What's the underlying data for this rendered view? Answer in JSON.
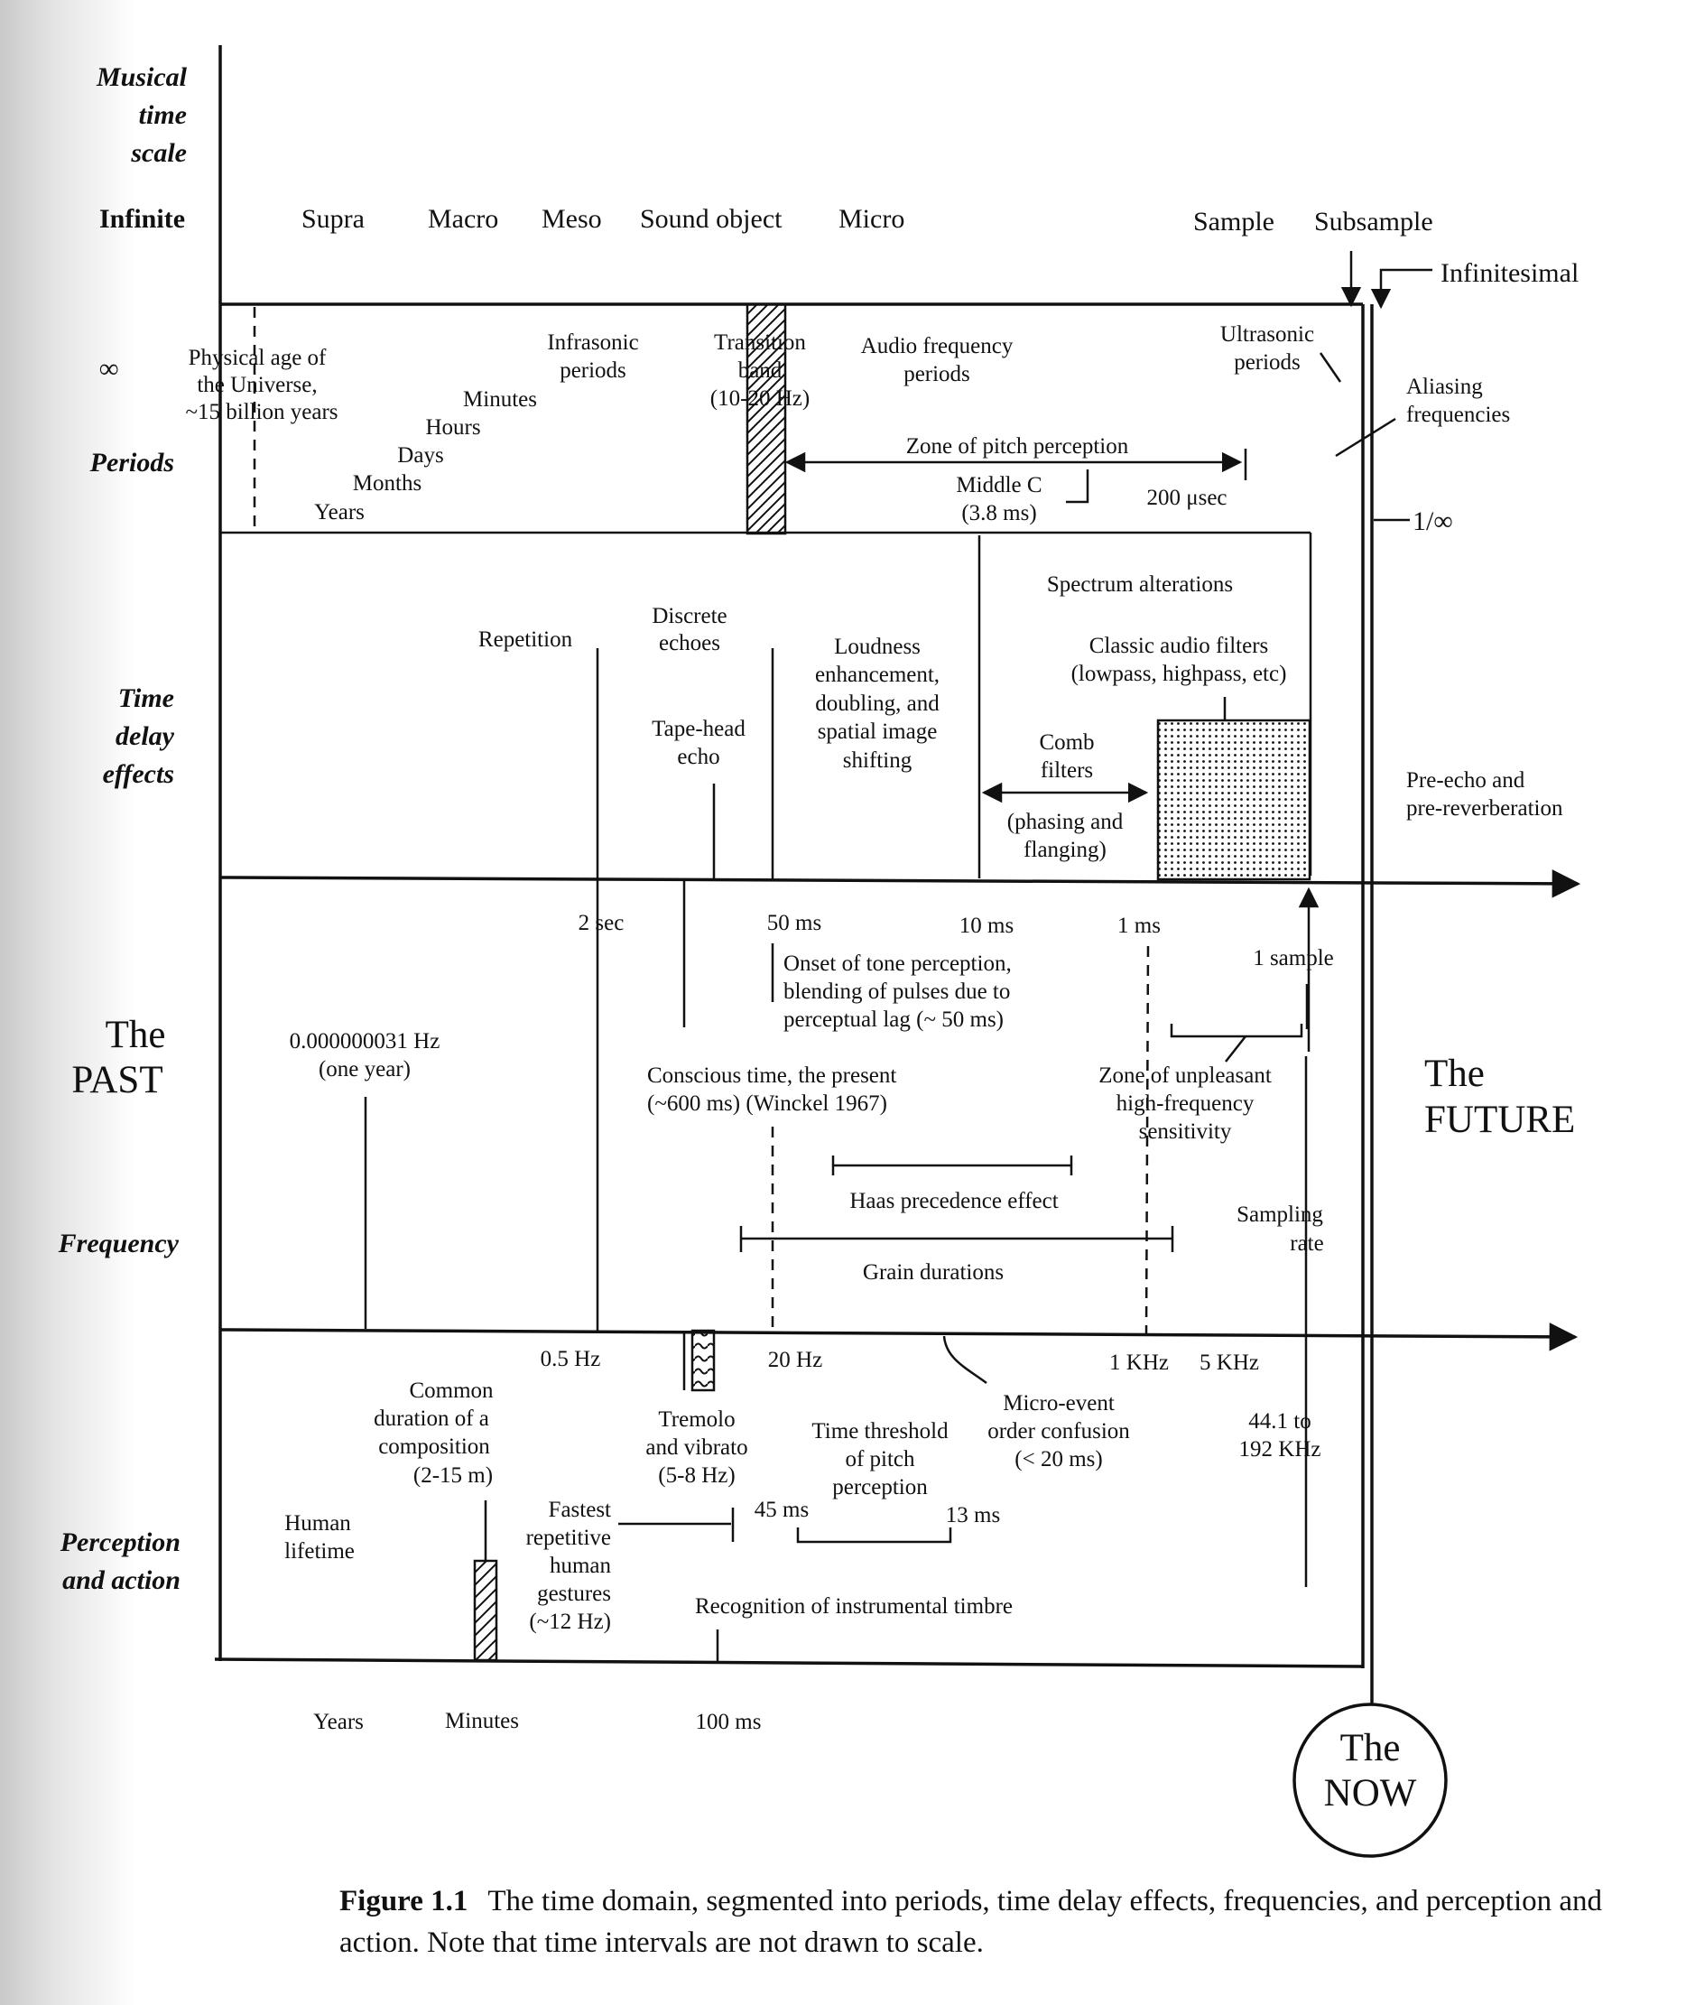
{
  "header": {
    "musical_time_scale": [
      "Musical",
      "time",
      "scale"
    ],
    "scales": {
      "infinite": "Infinite",
      "supra": "Supra",
      "macro": "Macro",
      "meso": "Meso",
      "sound_object": "Sound object",
      "micro": "Micro",
      "sample": "Sample",
      "subsample": "Subsample",
      "infinitesimal": "Infinitesimal"
    }
  },
  "row_labels": {
    "periods": "Periods",
    "time_delay": [
      "Time",
      "delay",
      "effects"
    ],
    "frequency": "Frequency",
    "perception": [
      "Perception",
      "and action"
    ]
  },
  "periods": {
    "infinity": "∞",
    "universe": [
      "Physical age of",
      "the Universe,",
      "~15 billion years"
    ],
    "minutes": "Minutes",
    "hours": "Hours",
    "days": "Days",
    "months": "Months",
    "years": "Years",
    "infrasonic": [
      "Infrasonic",
      "periods"
    ],
    "transition": [
      "Transition",
      "band",
      "(10-20 Hz)"
    ],
    "audio": [
      "Audio frequency",
      "periods"
    ],
    "ultrasonic": [
      "Ultrasonic",
      "periods"
    ],
    "aliasing": [
      "Aliasing",
      "frequencies"
    ],
    "pitch_zone": "Zone of pitch perception",
    "middle_c": [
      "Middle C",
      "(3.8 ms)"
    ],
    "usec": "200 μsec",
    "inverse_infinity": "1/∞"
  },
  "time_delay": {
    "repetition": "Repetition",
    "discrete": [
      "Discrete",
      "echoes"
    ],
    "tape": [
      "Tape-head",
      "echo"
    ],
    "loudness": [
      "Loudness",
      "enhancement,",
      "doubling, and",
      "spatial image",
      "shifting"
    ],
    "spectrum": "Spectrum alterations",
    "classic": [
      "Classic audio filters",
      "(lowpass, highpass, etc)"
    ],
    "comb": [
      "Comb",
      "filters"
    ],
    "phasing": [
      "(phasing and",
      "flanging)"
    ],
    "preecho": [
      "Pre-echo and",
      "pre-reverberation"
    ]
  },
  "frequency": {
    "past": [
      "The",
      "PAST"
    ],
    "future": [
      "The",
      "FUTURE"
    ],
    "two_sec": "2 sec",
    "fifty_ms": "50 ms",
    "ten_ms": "10 ms",
    "one_ms": "1 ms",
    "one_sample": "1 sample",
    "year_hz": [
      "0.000000031 Hz",
      "(one year)"
    ],
    "onset": [
      "Onset of tone perception,",
      "blending of pulses due to",
      "perceptual lag (~ 50 ms)"
    ],
    "conscious": [
      "Conscious time, the present",
      "(~600 ms) (Winckel 1967)"
    ],
    "unpleasant": [
      "Zone of unpleasant",
      "high-frequency",
      "sensitivity"
    ],
    "haas": "Haas precedence effect",
    "sampling": [
      "Sampling",
      "rate"
    ],
    "grain": "Grain durations"
  },
  "perception": {
    "half_hz": "0.5 Hz",
    "twenty_hz": "20 Hz",
    "one_khz": "1 KHz",
    "five_khz": "5 KHz",
    "common": [
      "Common",
      "duration of a",
      "composition",
      "(2-15 m)"
    ],
    "tremolo": [
      "Tremolo",
      "and vibrato",
      "(5-8 Hz)"
    ],
    "threshold": [
      "Time threshold",
      "of pitch",
      "perception"
    ],
    "microevent": [
      "Micro-event",
      "order confusion",
      "(< 20 ms)"
    ],
    "sample_rates": [
      "44.1 to",
      "192 KHz"
    ],
    "human": [
      "Human",
      "lifetime"
    ],
    "fastest": [
      "Fastest",
      "repetitive",
      "human",
      "gestures",
      "(~12 Hz)"
    ],
    "ms45": "45 ms",
    "ms13": "13 ms",
    "timbre": "Recognition of instrumental timbre"
  },
  "footer": {
    "years": "Years",
    "minutes": "Minutes",
    "hundred_ms": "100 ms",
    "now": [
      "The",
      "NOW"
    ]
  },
  "caption": {
    "label": "Figure 1.1",
    "text": "The time domain, segmented into periods, time delay effects, frequencies, and perception and action. Note that time intervals are not drawn to scale."
  }
}
